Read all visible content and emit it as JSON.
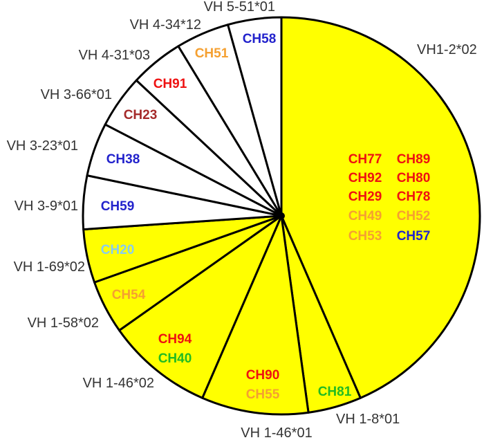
{
  "chart_data": {
    "type": "pie",
    "title": "",
    "slices": [
      {
        "label": "VH1-2*02",
        "value": 10,
        "fill": "#ffff00",
        "members": [
          {
            "name": "CH77",
            "color": "#ee1111"
          },
          {
            "name": "CH89",
            "color": "#ee1111"
          },
          {
            "name": "CH92",
            "color": "#ee1111"
          },
          {
            "name": "CH80",
            "color": "#ee1111"
          },
          {
            "name": "CH29",
            "color": "#ee1111"
          },
          {
            "name": "CH78",
            "color": "#ee1111"
          },
          {
            "name": "CH49",
            "color": "#f5a031"
          },
          {
            "name": "CH52",
            "color": "#f5a031"
          },
          {
            "name": "CH53",
            "color": "#f5a031"
          },
          {
            "name": "CH57",
            "color": "#2222cc"
          }
        ]
      },
      {
        "label": "VH 1-8*01",
        "value": 1,
        "fill": "#ffff00",
        "members": [
          {
            "name": "CH81",
            "color": "#22bb22"
          }
        ]
      },
      {
        "label": "VH 1-46*01",
        "value": 2,
        "fill": "#ffff00",
        "members": [
          {
            "name": "CH90",
            "color": "#ee1111"
          },
          {
            "name": "CH55",
            "color": "#f5a031"
          }
        ]
      },
      {
        "label": "VH 1-46*02",
        "value": 2,
        "fill": "#ffff00",
        "members": [
          {
            "name": "CH94",
            "color": "#ee1111"
          },
          {
            "name": "CH40",
            "color": "#22bb22"
          }
        ]
      },
      {
        "label": "VH 1-58*02",
        "value": 1,
        "fill": "#ffff00",
        "members": [
          {
            "name": "CH54",
            "color": "#f5a031"
          }
        ]
      },
      {
        "label": "VH 1-69*02",
        "value": 1,
        "fill": "#ffff00",
        "members": [
          {
            "name": "CH20",
            "color": "#88ccee"
          }
        ]
      },
      {
        "label": "VH 3-9*01",
        "value": 1,
        "fill": "#ffffff",
        "members": [
          {
            "name": "CH59",
            "color": "#2222cc"
          }
        ]
      },
      {
        "label": "VH 3-23*01",
        "value": 1,
        "fill": "#ffffff",
        "members": [
          {
            "name": "CH38",
            "color": "#2222cc"
          }
        ]
      },
      {
        "label": "VH 3-66*01",
        "value": 1,
        "fill": "#ffffff",
        "members": [
          {
            "name": "CH23",
            "color": "#a52a2a"
          }
        ]
      },
      {
        "label": "VH 4-31*03",
        "value": 1,
        "fill": "#ffffff",
        "members": [
          {
            "name": "CH91",
            "color": "#ee1111"
          }
        ]
      },
      {
        "label": "VH 4-34*12",
        "value": 1,
        "fill": "#ffffff",
        "members": [
          {
            "name": "CH51",
            "color": "#f5a031"
          }
        ]
      },
      {
        "label": "VH 5-51*01",
        "value": 1,
        "fill": "#ffffff",
        "members": [
          {
            "name": "CH58",
            "color": "#2222cc"
          }
        ]
      }
    ]
  }
}
